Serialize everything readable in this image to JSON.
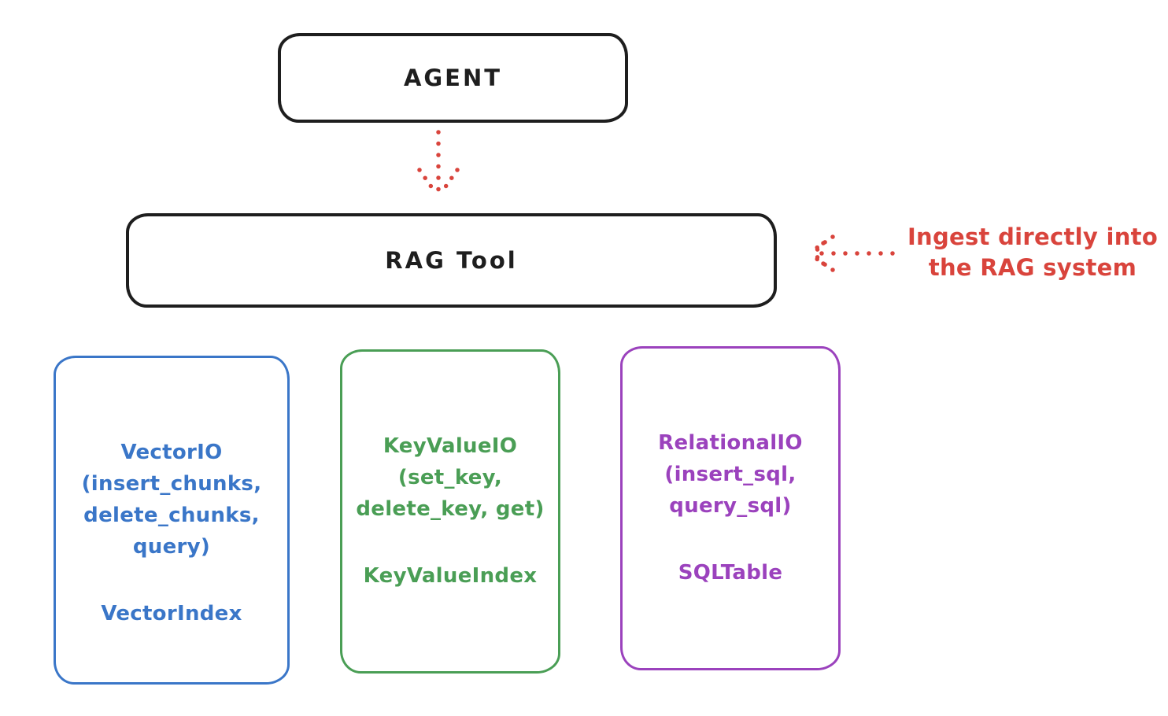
{
  "colors": {
    "black": "#1e1e1e",
    "red": "#d9443c",
    "blue": "#3a76c8",
    "green": "#4a9e55",
    "purple": "#9b42bd",
    "bg": "#ffffff"
  },
  "icons": {
    "agent_to_rag": "dotted-arrow-down",
    "ingest_pointer": "dotted-arrow-left"
  },
  "nodes": {
    "agent": {
      "label": "AGENT"
    },
    "rag_tool": {
      "label": "RAG Tool"
    },
    "vector_io": {
      "lines": [
        "VectorIO",
        "(insert_chunks,",
        "delete_chunks,",
        "query)"
      ],
      "index_label": "VectorIndex"
    },
    "key_value_io": {
      "lines": [
        "KeyValueIO",
        "(set_key,",
        "delete_key, get)"
      ],
      "index_label": "KeyValueIndex"
    },
    "relational_io": {
      "lines": [
        "RelationalIO",
        "(insert_sql,",
        "query_sql)"
      ],
      "index_label": "SQLTable"
    }
  },
  "annotation": {
    "lines": [
      "Ingest directly into",
      "the RAG system"
    ]
  }
}
